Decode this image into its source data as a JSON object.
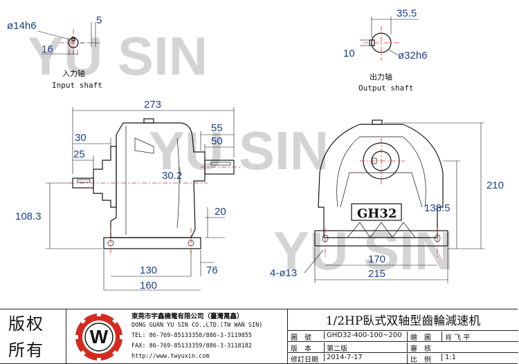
{
  "watermark": {
    "text1": "YU SIN",
    "text2": "YU SIN",
    "text3": "YU SIN"
  },
  "input_shaft": {
    "label_cn": "入力轴",
    "label_en": "Input shaft",
    "dia": "ø14h6",
    "key_w": "5",
    "key_h": "16"
  },
  "output_shaft": {
    "label_cn": "出力轴",
    "label_en": "Output shaft",
    "dia": "ø32h6",
    "key_w": "35.5",
    "key_h": "10"
  },
  "side_view": {
    "d273": "273",
    "d55": "55",
    "d50": "50",
    "d30": "30",
    "d25": "25",
    "d30_2": "30.2",
    "d108_3": "108.3",
    "d20": "20",
    "d130": "130",
    "d160": "160",
    "d76": "76"
  },
  "front_view": {
    "model": "GH32",
    "d210": "210",
    "d138_5": "138.5",
    "d170": "170",
    "d215": "215",
    "holes": "4-ø13"
  },
  "title_block": {
    "copyright": "版权\n所有",
    "company_cn": "東莞市宇鑫機電有限公司（臺灣萬鑫）",
    "company_en": "DONG GUAN YU SIN CO.,LTD.(TW WAN SIN)",
    "tel": "TEL: 86-769-85133358/886-3-3119855",
    "fax": "FAX: 86-769-85133359/886-3-3118182",
    "web": "http://www.twyuxin.com",
    "product_title": "1/2HP臥式双轴型齒輪減速机",
    "rows": [
      {
        "k1": "圖　號",
        "v1": "GHD32-400-100~200",
        "k2": "繪　圖",
        "v2": "肖 飞 平"
      },
      {
        "k1": "版　本",
        "v1": "第二版",
        "k2": "審　核",
        "v2": ""
      },
      {
        "k1": "修訂日期",
        "v1": "2014-7-17",
        "k2": "比　例",
        "v2": "1:1"
      }
    ]
  },
  "colors": {
    "dimension": "#1a3f8f",
    "logo_red": "#d42a1f",
    "watermark": "#d4d4d4"
  }
}
